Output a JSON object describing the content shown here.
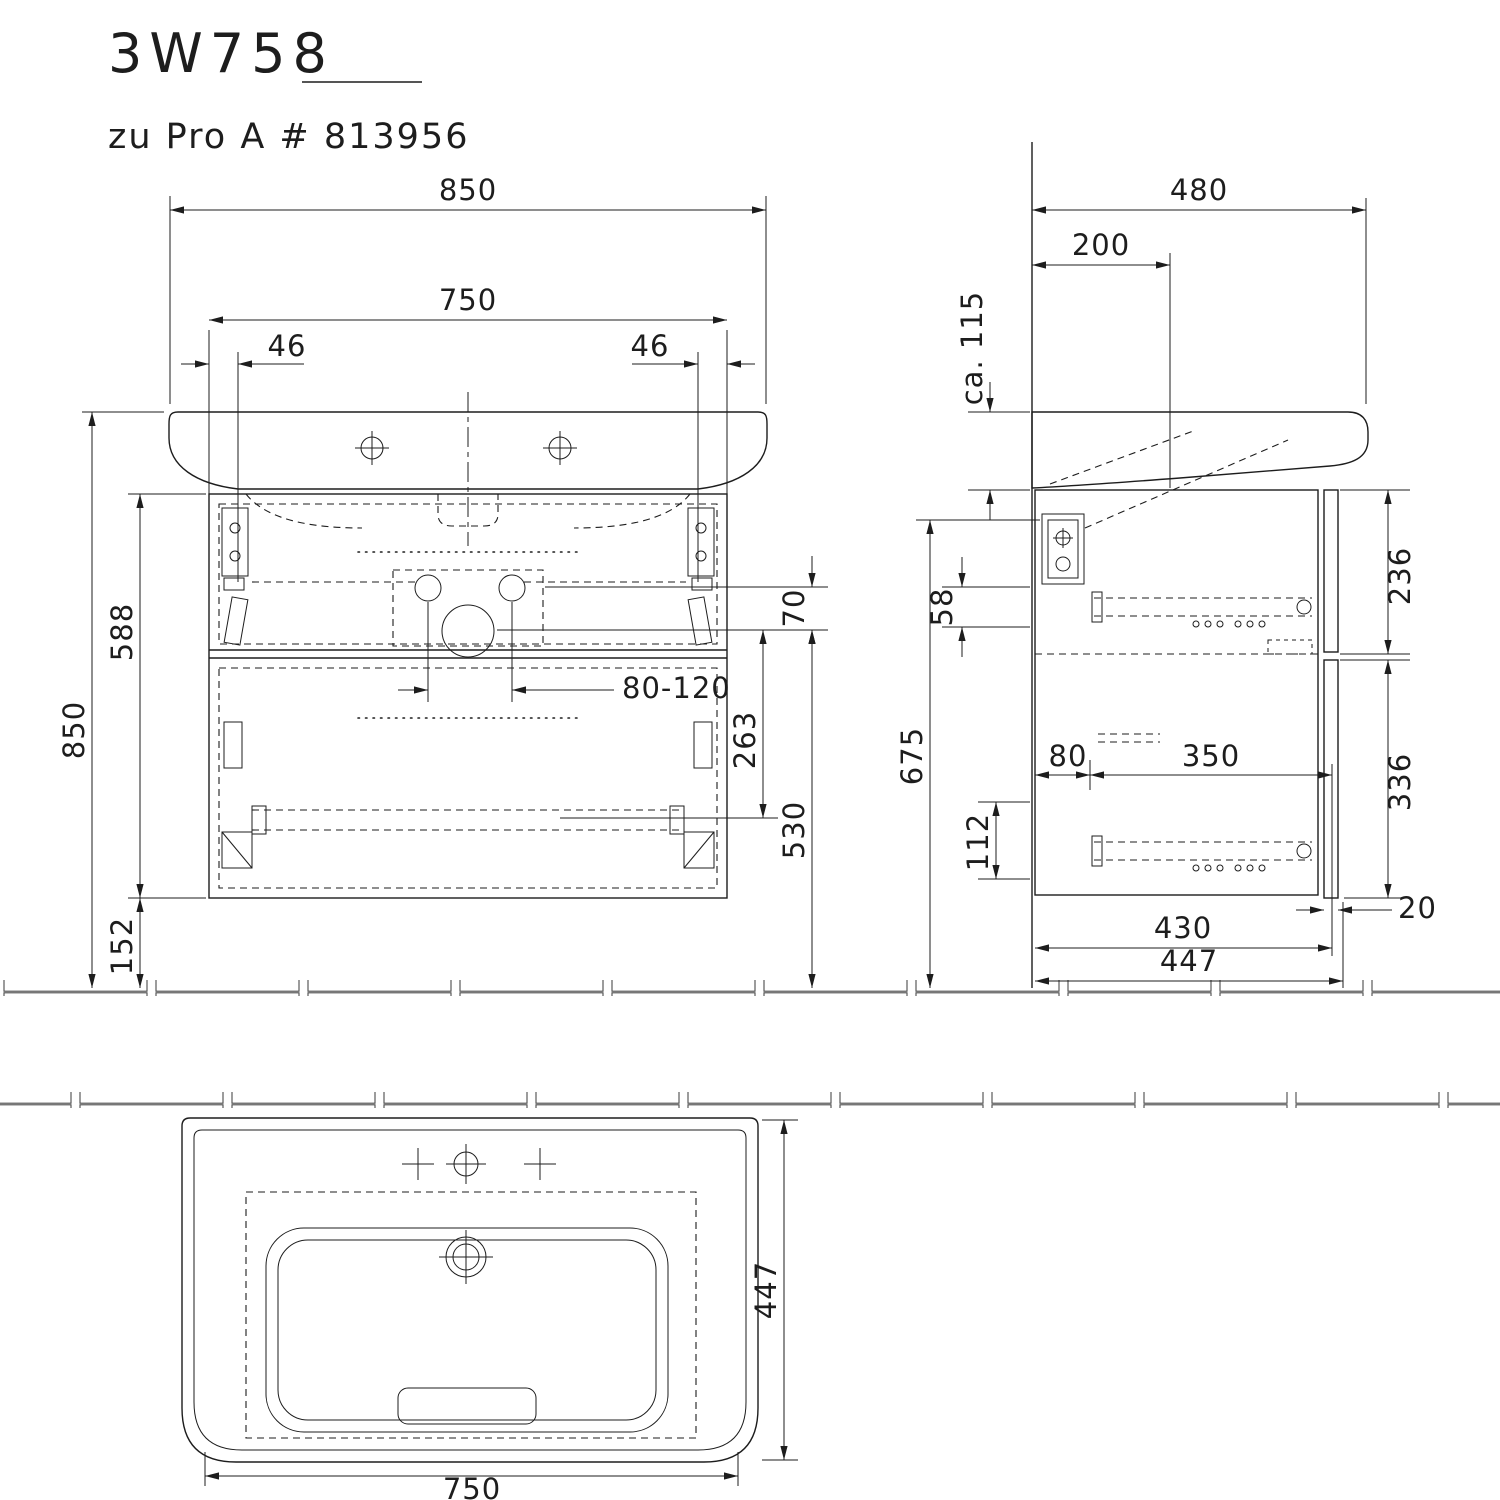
{
  "title": "3W758",
  "subtitle": "zu Pro A # 813956",
  "front": {
    "total_width": "850",
    "cabinet_width": "750",
    "left_offset": "46",
    "right_offset": "46",
    "cabinet_height": "588",
    "total_height": "850",
    "floor_gap": "152",
    "outlet_gap": "70",
    "drain_offset": "263",
    "drain_height": "530",
    "drain_range": "80-120"
  },
  "side": {
    "total_depth": "480",
    "fixing_depth": "200",
    "basin_edge": "ca. 115",
    "top_gap": "58",
    "fixing_height": "675",
    "bottom_gap": "112",
    "inner_offset": "80",
    "inner_depth": "350",
    "upper_front": "236",
    "lower_front": "336",
    "cabinet_depth": "430",
    "overall_depth": "447",
    "front_thickness": "20"
  },
  "top": {
    "depth": "447",
    "width": "750"
  }
}
